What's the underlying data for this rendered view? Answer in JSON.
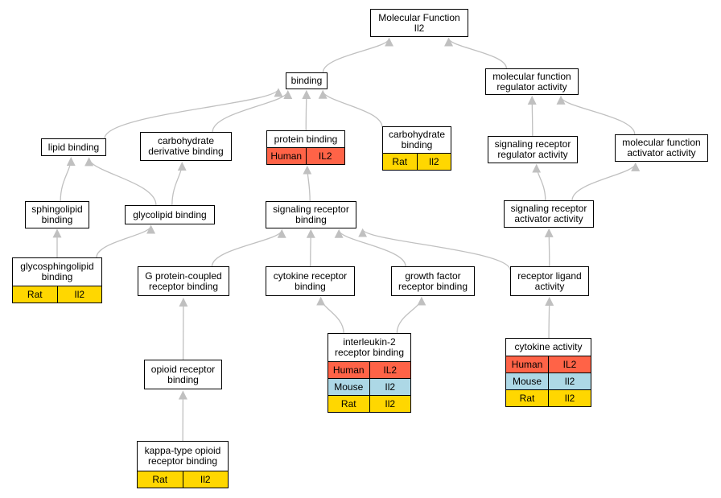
{
  "nodes": {
    "mf_il2": {
      "lines": [
        "Molecular Function",
        "Il2"
      ],
      "genes": []
    },
    "binding": {
      "lines": [
        "binding"
      ],
      "genes": []
    },
    "mf_regulator": {
      "lines": [
        "molecular function",
        "regulator activity"
      ],
      "genes": []
    },
    "lipid_binding": {
      "lines": [
        "lipid binding"
      ],
      "genes": []
    },
    "carb_deriv_binding": {
      "lines": [
        "carbohydrate",
        "derivative binding"
      ],
      "genes": []
    },
    "protein_binding": {
      "lines": [
        "protein binding"
      ],
      "genes": [
        {
          "species": "Human",
          "gene": "IL2"
        }
      ]
    },
    "carb_binding": {
      "lines": [
        "carbohydrate",
        "binding"
      ],
      "genes": [
        {
          "species": "Rat",
          "gene": "Il2"
        }
      ]
    },
    "sig_rec_regulator": {
      "lines": [
        "signaling receptor",
        "regulator activity"
      ],
      "genes": []
    },
    "mf_activator": {
      "lines": [
        "molecular function",
        "activator activity"
      ],
      "genes": []
    },
    "sphingolipid_binding": {
      "lines": [
        "sphingolipid",
        "binding"
      ],
      "genes": []
    },
    "glycolipid_binding": {
      "lines": [
        "glycolipid binding"
      ],
      "genes": []
    },
    "sig_rec_binding": {
      "lines": [
        "signaling receptor",
        "binding"
      ],
      "genes": []
    },
    "sig_rec_activator": {
      "lines": [
        "signaling receptor",
        "activator activity"
      ],
      "genes": []
    },
    "glycosphingolipid_binding": {
      "lines": [
        "glycosphingolipid",
        "binding"
      ],
      "genes": [
        {
          "species": "Rat",
          "gene": "Il2"
        }
      ]
    },
    "gpcr_binding": {
      "lines": [
        "G protein-coupled",
        "receptor binding"
      ],
      "genes": []
    },
    "cytokine_rec_binding": {
      "lines": [
        "cytokine receptor",
        "binding"
      ],
      "genes": []
    },
    "growth_factor_rec_binding": {
      "lines": [
        "growth factor",
        "receptor binding"
      ],
      "genes": []
    },
    "rec_ligand_activity": {
      "lines": [
        "receptor ligand",
        "activity"
      ],
      "genes": []
    },
    "il2_rec_binding": {
      "lines": [
        "interleukin-2",
        "receptor binding"
      ],
      "genes": [
        {
          "species": "Human",
          "gene": "IL2"
        },
        {
          "species": "Mouse",
          "gene": "Il2"
        },
        {
          "species": "Rat",
          "gene": "Il2"
        }
      ]
    },
    "cytokine_activity": {
      "lines": [
        "cytokine activity"
      ],
      "genes": [
        {
          "species": "Human",
          "gene": "IL2"
        },
        {
          "species": "Mouse",
          "gene": "Il2"
        },
        {
          "species": "Rat",
          "gene": "Il2"
        }
      ]
    },
    "opioid_rec_binding": {
      "lines": [
        "opioid receptor",
        "binding"
      ],
      "genes": []
    },
    "kappa_opioid_rec_binding": {
      "lines": [
        "kappa-type opioid",
        "receptor binding"
      ],
      "genes": [
        {
          "species": "Rat",
          "gene": "Il2"
        }
      ]
    }
  },
  "edges": [
    {
      "from": "binding",
      "to": "mf_il2"
    },
    {
      "from": "mf_regulator",
      "to": "mf_il2"
    },
    {
      "from": "lipid_binding",
      "to": "binding"
    },
    {
      "from": "carb_deriv_binding",
      "to": "binding"
    },
    {
      "from": "protein_binding",
      "to": "binding"
    },
    {
      "from": "carb_binding",
      "to": "binding"
    },
    {
      "from": "sig_rec_regulator",
      "to": "mf_regulator"
    },
    {
      "from": "mf_activator",
      "to": "mf_regulator"
    },
    {
      "from": "sphingolipid_binding",
      "to": "lipid_binding"
    },
    {
      "from": "glycolipid_binding",
      "to": "lipid_binding"
    },
    {
      "from": "glycolipid_binding",
      "to": "carb_deriv_binding"
    },
    {
      "from": "sig_rec_binding",
      "to": "protein_binding"
    },
    {
      "from": "sig_rec_activator",
      "to": "sig_rec_regulator"
    },
    {
      "from": "sig_rec_activator",
      "to": "mf_activator"
    },
    {
      "from": "glycosphingolipid_binding",
      "to": "sphingolipid_binding"
    },
    {
      "from": "glycosphingolipid_binding",
      "to": "glycolipid_binding"
    },
    {
      "from": "gpcr_binding",
      "to": "sig_rec_binding"
    },
    {
      "from": "cytokine_rec_binding",
      "to": "sig_rec_binding"
    },
    {
      "from": "growth_factor_rec_binding",
      "to": "sig_rec_binding"
    },
    {
      "from": "rec_ligand_activity",
      "to": "sig_rec_binding"
    },
    {
      "from": "rec_ligand_activity",
      "to": "sig_rec_activator"
    },
    {
      "from": "il2_rec_binding",
      "to": "cytokine_rec_binding"
    },
    {
      "from": "il2_rec_binding",
      "to": "growth_factor_rec_binding"
    },
    {
      "from": "cytokine_activity",
      "to": "rec_ligand_activity"
    },
    {
      "from": "opioid_rec_binding",
      "to": "gpcr_binding"
    },
    {
      "from": "kappa_opioid_rec_binding",
      "to": "opioid_rec_binding"
    }
  ],
  "colors": {
    "Human": "#ff6347",
    "Mouse": "#add8e6",
    "Rat": "#ffd700",
    "edge": "#c0c0c0",
    "border": "#000000"
  }
}
